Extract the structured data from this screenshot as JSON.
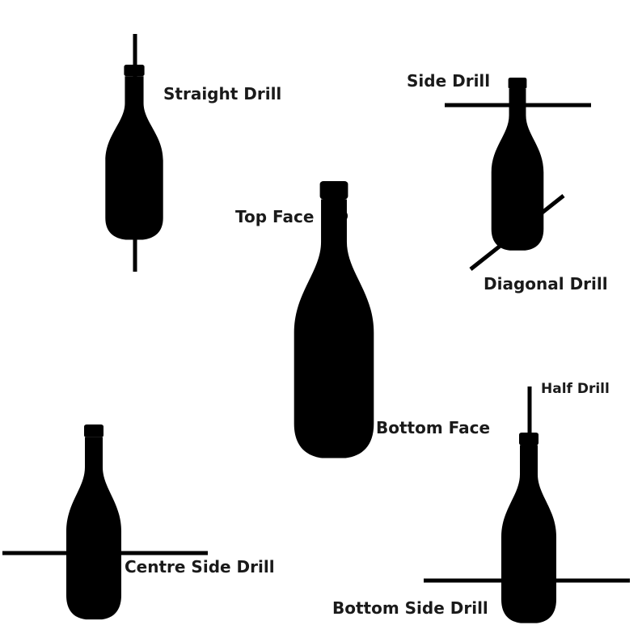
{
  "labels": {
    "straight_drill": "Straight Drill",
    "side_drill": "Side Drill",
    "top_face": "Top Face",
    "diagonal_drill": "Diagonal Drill",
    "bottom_face": "Bottom Face",
    "half_drill": "Half Drill",
    "centre_side_drill": "Centre Side Drill",
    "bottom_side_drill": "Bottom Side Drill"
  },
  "colors": {
    "ink": "#000000",
    "background": "#ffffff"
  }
}
